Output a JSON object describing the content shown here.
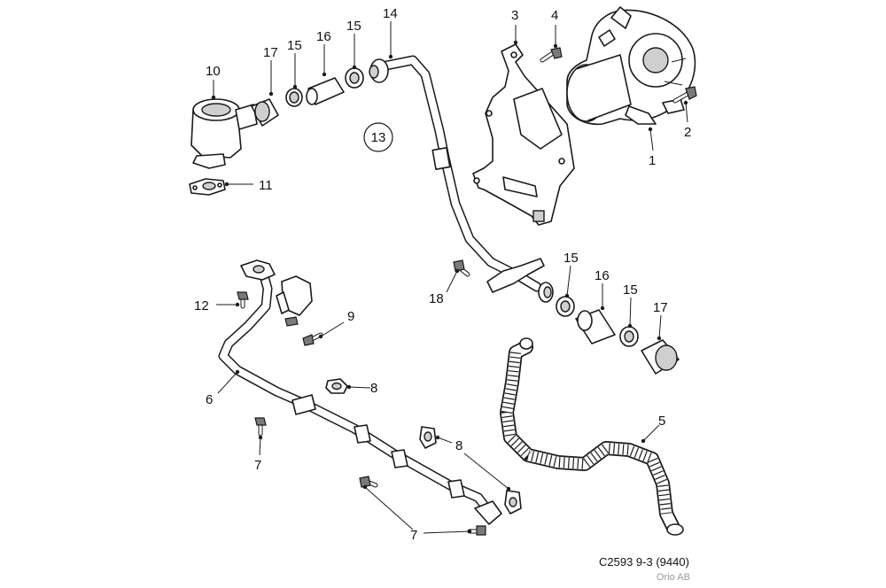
{
  "diagram": {
    "callouts": [
      "1",
      "2",
      "3",
      "4",
      "5",
      "6",
      "7",
      "7",
      "8",
      "8",
      "9",
      "10",
      "11",
      "12",
      "13",
      "14",
      "15",
      "15",
      "15",
      "16",
      "16",
      "17",
      "17",
      "18"
    ],
    "drawing_code": "C2593 9-3 (9440)",
    "owner": "Orio AB"
  }
}
